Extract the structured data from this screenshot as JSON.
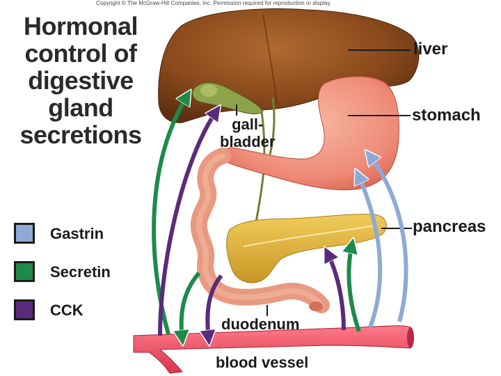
{
  "copyright": "Copyright © The McGraw-Hill Companies, Inc. Permission required for reproduction or display.",
  "title_lines": [
    "Hormonal",
    "control of",
    "digestive",
    "gland",
    "secretions"
  ],
  "labels": {
    "liver": "liver",
    "stomach": "stomach",
    "gall_lines": [
      "gall-",
      "bladder"
    ],
    "pancreas": "pancreas",
    "duodenum": "duodenum",
    "blood_vessel": "blood vessel"
  },
  "legend": [
    {
      "label": "Gastrin",
      "color": "#8fa9d6"
    },
    {
      "label": "Secretin",
      "color": "#1e8a4a"
    },
    {
      "label": "CCK",
      "color": "#5a2b7a"
    }
  ],
  "colors": {
    "liver": "#8a4a1c",
    "stomach": "#ee8a77",
    "pancreas": "#e0b43c",
    "duodenum": "#e89a80",
    "gallbladder": "#8ea24a",
    "blood_vessel": "#e64a5e"
  }
}
